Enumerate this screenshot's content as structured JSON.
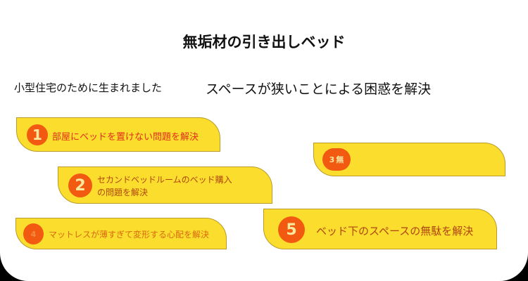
{
  "title": "無垢材の引き出しベッド",
  "subtitle_small": "小型住宅のために生まれました",
  "subtitle_large": "スペースが狭いことによる困惑を解決",
  "cards": [
    {
      "num": "1",
      "text": "部屋にベッドを置けない問題を解決"
    },
    {
      "num": "2",
      "text": "セカンドベッドルームのベッド購入の問題を解決"
    },
    {
      "num": "3",
      "text": "無"
    },
    {
      "num": "4",
      "text": "マットレスが薄すぎて変形する心配を解決"
    },
    {
      "num": "5",
      "text": "ベッド下のスペースの無駄を解決"
    }
  ],
  "colors": {
    "card": "#fbdd2e",
    "badge": "#f25a12",
    "text": "#d4440f"
  }
}
